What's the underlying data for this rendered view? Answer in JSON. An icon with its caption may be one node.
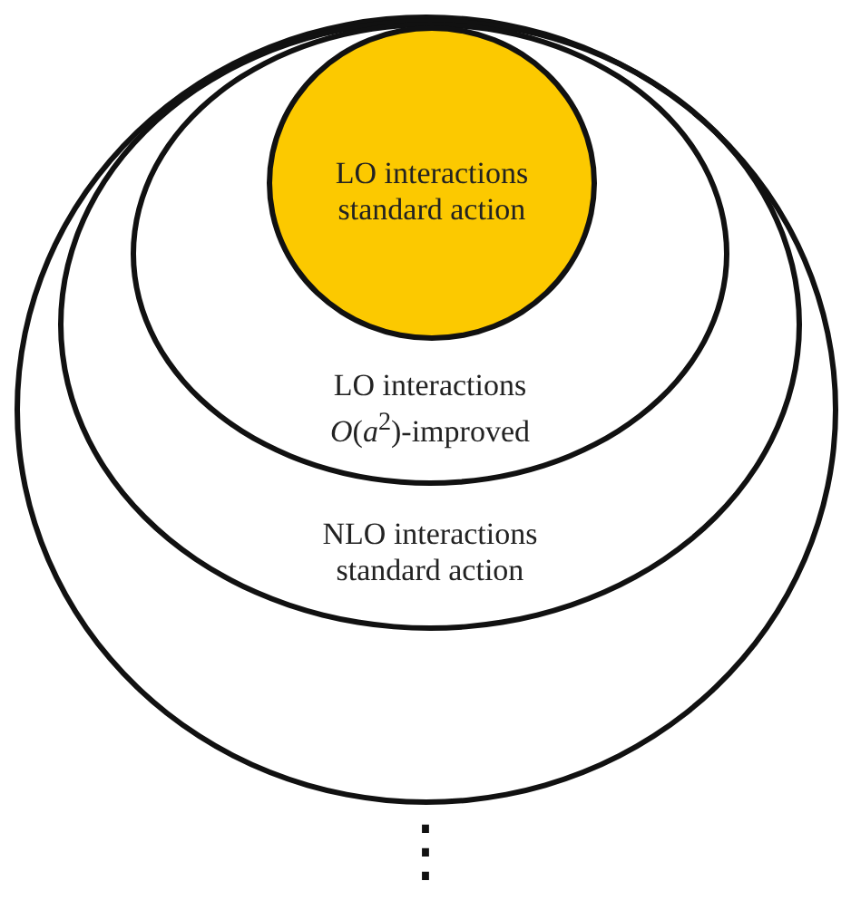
{
  "diagram": {
    "nodes": [
      {
        "text": [],
        "shape": "circle"
      },
      {
        "text": [
          "NLO interactions standard action"
        ],
        "in": 0
      },
      {
        "text": [
          "LO interactions *O*(*a*$^{2}$)-improved"
        ],
        "in": 1
      },
      {
        "text": [
          "LO interactions standard action"
        ],
        "in": 2
      }
    ],
    "labels": [
      "⋮"
    ]
  }
}
